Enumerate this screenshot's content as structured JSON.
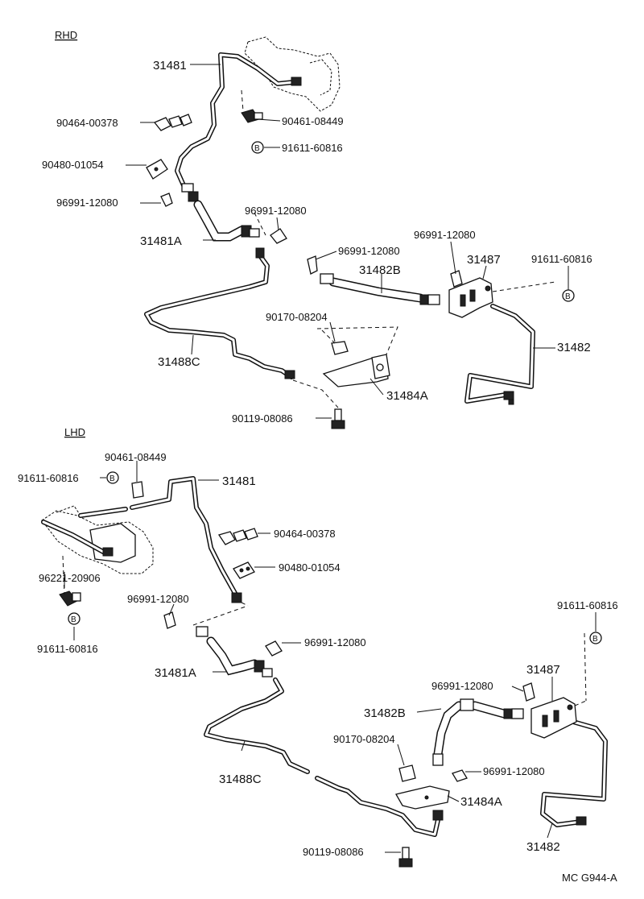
{
  "rhd": {
    "section_label": "RHD",
    "labels": {
      "p31481": "31481",
      "p90464": "90464-00378",
      "p90461": "90461-08449",
      "p91611": "91611-60816",
      "p90480": "90480-01054",
      "p96991_a": "96991-12080",
      "p96991_b": "96991-12080",
      "p31481A": "31481A",
      "p96991_c": "96991-12080",
      "p96991_d": "96991-12080",
      "p31482B": "31482B",
      "p31487": "31487",
      "p91611_b": "91611-60816",
      "p90170": "90170-08204",
      "p31488C": "31488C",
      "p31482": "31482",
      "p31484A": "31484A",
      "p90119": "90119-08086"
    }
  },
  "lhd": {
    "section_label": "LHD",
    "labels": {
      "p90461": "90461-08449",
      "p91611_a": "91611-60816",
      "p31481": "31481",
      "p90464": "90464-00378",
      "p90480": "90480-01054",
      "p96221": "96221-20906",
      "p96991_a": "96991-12080",
      "p91611_b": "91611-60816",
      "p96991_b": "96991-12080",
      "p31481A": "31481A",
      "p91611_c": "91611-60816",
      "p31487": "31487",
      "p96991_c": "96991-12080",
      "p31482B": "31482B",
      "p90170": "90170-08204",
      "p96991_d": "96991-12080",
      "p31488C": "31488C",
      "p31484A": "31484A",
      "p90119": "90119-08086",
      "p31482": "31482"
    }
  },
  "bolt_marker": "B",
  "figure_code": "MC G944-A"
}
